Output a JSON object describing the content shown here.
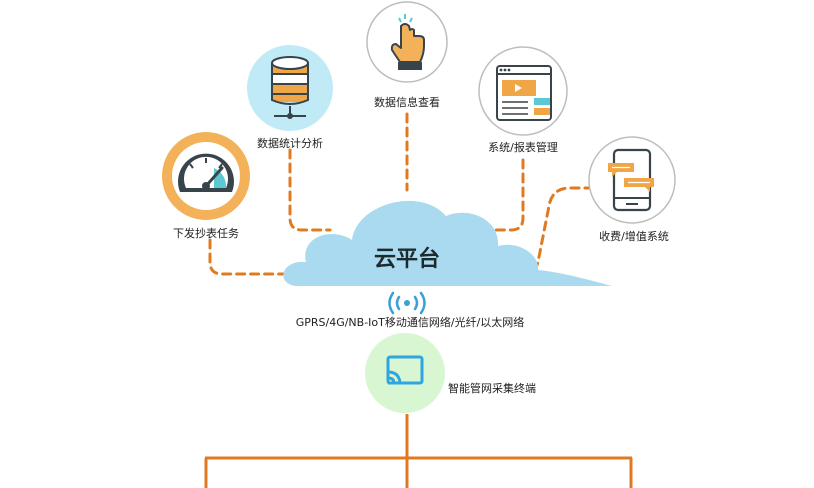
{
  "cloud": {
    "label": "云平台"
  },
  "nodes": {
    "download": {
      "label": "下发抄表任务"
    },
    "statistics": {
      "label": "数据统计分析"
    },
    "query": {
      "label": "数据信息查看"
    },
    "system": {
      "label": "系统/报表管理"
    },
    "billing": {
      "label": "收费/增值系统"
    }
  },
  "network": {
    "label": "GPRS/4G/NB-IoT移动通信网络/光纤/以太网络"
  },
  "terminal": {
    "label": "智能管网采集终端"
  },
  "colors": {
    "orange": "#e07a20",
    "cloud": "#a9daf0",
    "teal": "#5ac9d4",
    "gauge_ring": "#f3b159",
    "db_circle": "#bfeaf6",
    "terminal_circle": "#d9f6d2",
    "wifi": "#3aa0d6"
  }
}
